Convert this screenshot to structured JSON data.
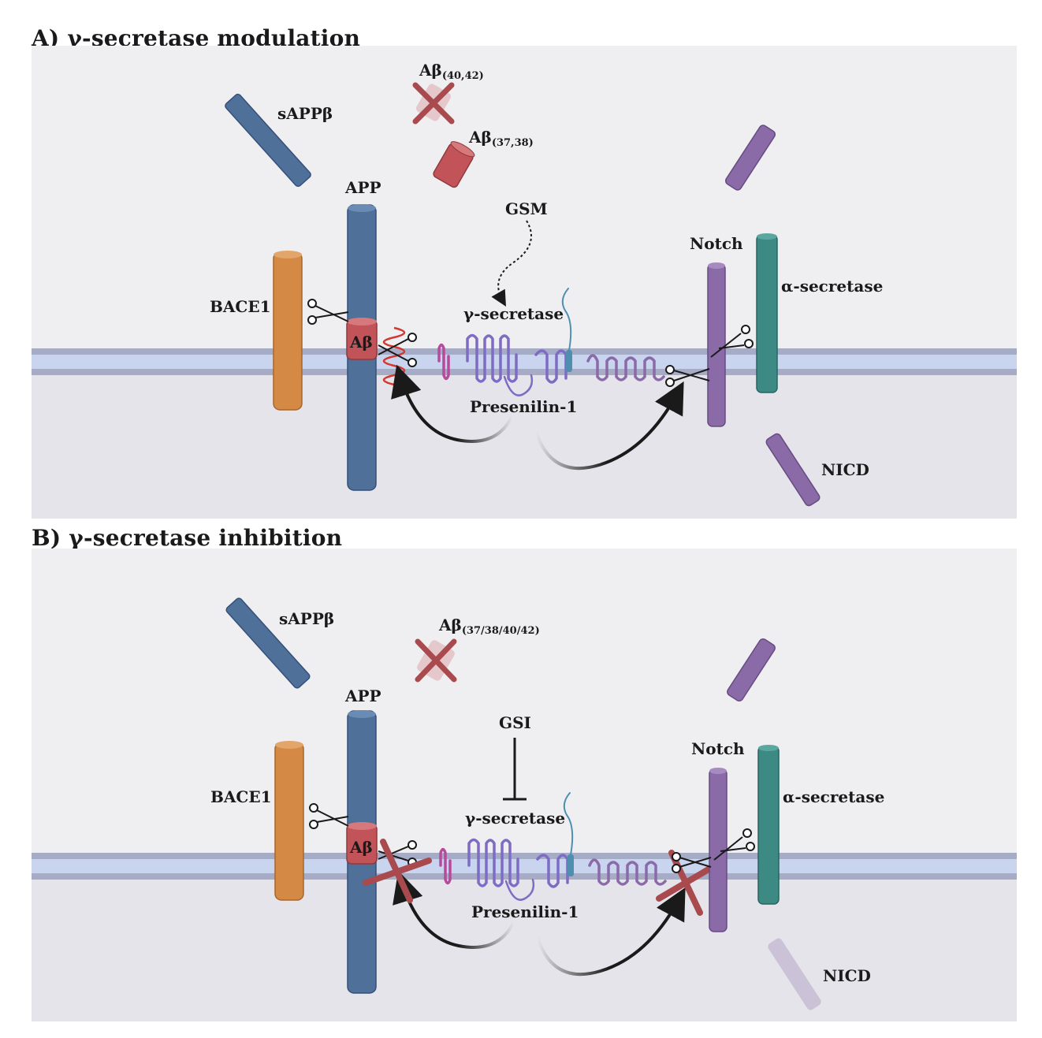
{
  "panels": [
    {
      "id": "a",
      "title": "A) γ-secretase modulation",
      "labels": {
        "sappb": "sAPPβ",
        "ab_released_1": "Aβ",
        "ab_released_1_sub": "(40,42)",
        "ab_released_2": "Aβ",
        "ab_released_2_sub": "(37,38)",
        "app": "APP",
        "drug": "GSM",
        "notch": "Notch",
        "alpha_secretase": "α-secretase",
        "bace1": "BACE1",
        "gamma_secretase": "γ-secretase",
        "ab_membrane": "Aβ",
        "presenilin": "Presenilin-1",
        "nicd": "NICD"
      }
    },
    {
      "id": "b",
      "title": "B) γ-secretase inhibition",
      "labels": {
        "sappb": "sAPPβ",
        "ab_released_1": "Aβ",
        "ab_released_1_sub": "(37/38/40/42)",
        "app": "APP",
        "drug": "GSI",
        "notch": "Notch",
        "alpha_secretase": "α-secretase",
        "bace1": "BACE1",
        "gamma_secretase": "γ-secretase",
        "ab_membrane": "Aβ",
        "presenilin": "Presenilin-1",
        "nicd": "NICD"
      }
    }
  ],
  "colors": {
    "background": "#efeff2",
    "cytoplasm": "#e4e4ea",
    "membrane_outer": "#a6acc6",
    "membrane_inner": "#c9d4ee",
    "app": "#4e7099",
    "bace1": "#d48a45",
    "notch": "#8b6aa8",
    "alpha_secretase": "#3d8a84",
    "abeta": "#c25358",
    "presenilin": "#7e6cc4",
    "presenilin_tm1": "#b74a9c",
    "cross": "#a84a4e",
    "arrow": "#1a1a1a"
  },
  "icons": [
    "scissors-icon",
    "cross-icon",
    "curved-arrow-icon",
    "inhibition-bar-icon"
  ]
}
